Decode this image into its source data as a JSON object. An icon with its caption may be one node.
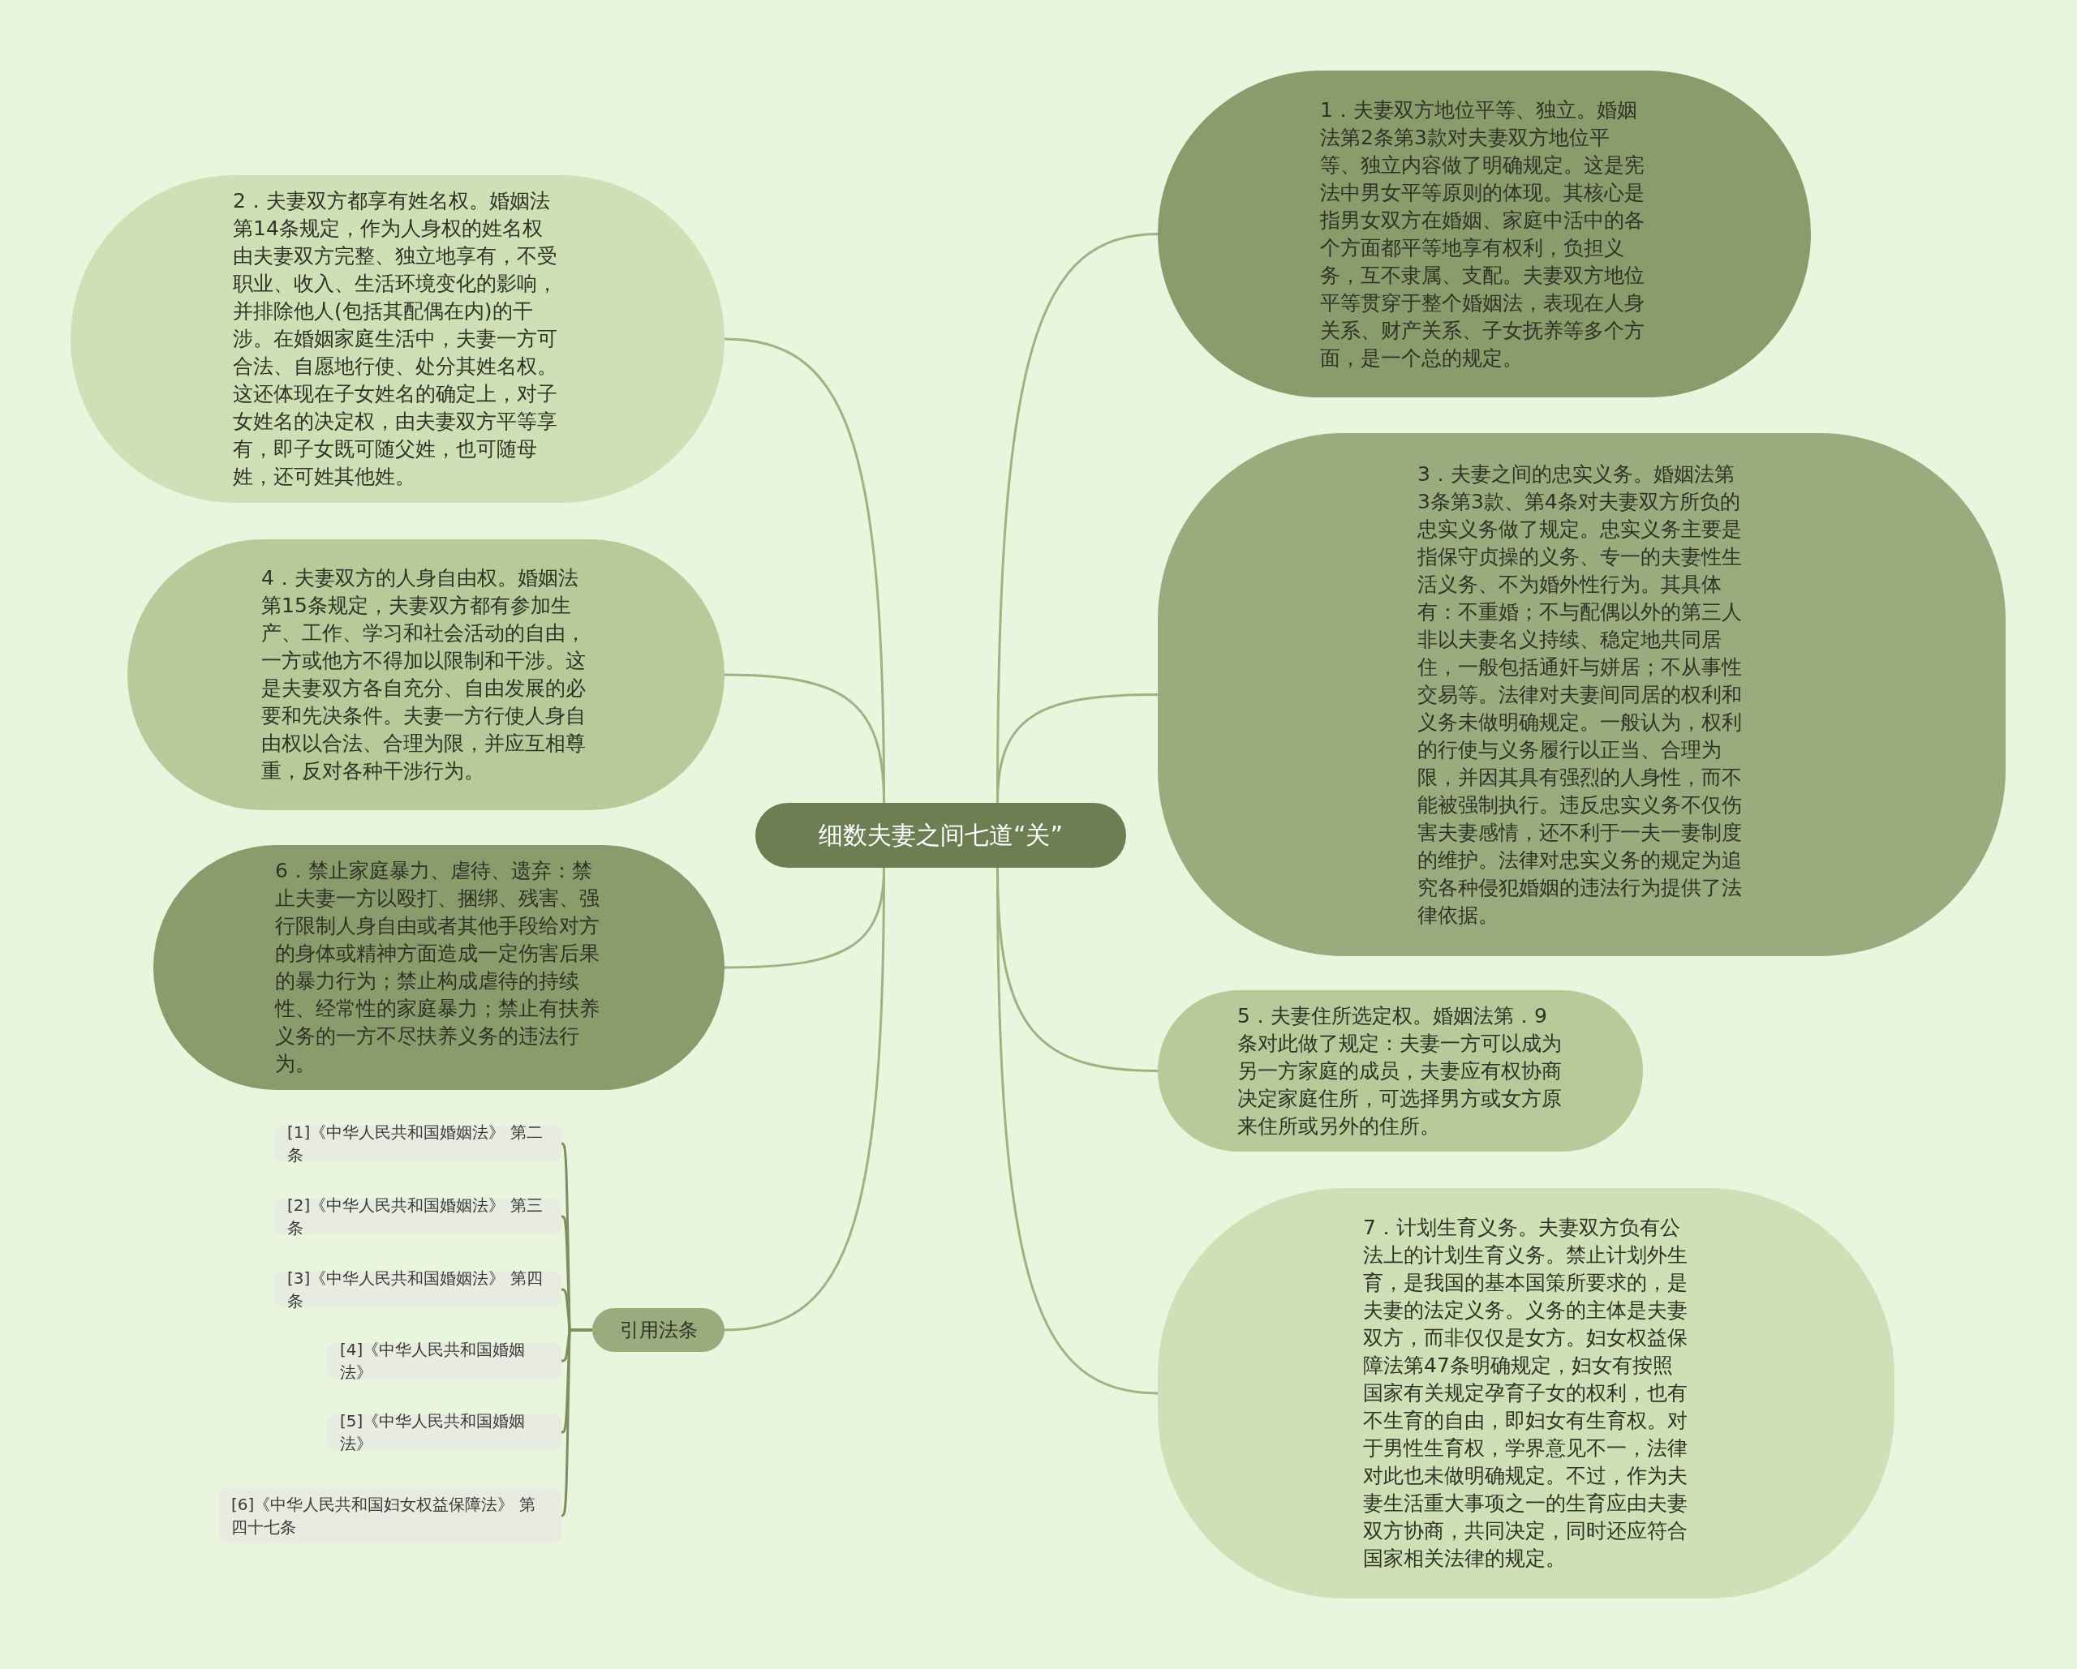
{
  "diagram": {
    "nodes": [
      {
        "text": [
          "细数夫妻之间七道“关”"
        ]
      },
      {
        "text": [
          "1．夫妻双方地位平等、独立。婚姻法第2条第3款对夫妻双方地位平等、独立内容做了明确规定。这是宪法中男女平等原则的体现。其核心是指男女双方在婚姻、家庭中活中的各个方面都平等地享有权利，负担义务，互不隶属、支配。夫妻双方地位平等贯穿于整个婚姻法，表现在人身关系、财产关系、子女抚养等多个方面，是一个总的规定。"
        ]
      },
      {
        "text": [
          "2．夫妻双方都享有姓名权。婚姻法第14条规定，作为人身权的姓名权由夫妻双方完整、独立地享有，不受职业、收入、生活环境变化的影响，并排除他人(包括其配偶在内)的干涉。在婚姻家庭生活中，夫妻一方可合法、自愿地行使、处分其姓名权。这还体现在子女姓名的确定上，对子女姓名的决定权，由夫妻双方平等享有，即子女既可随父姓，也可随母姓，还可姓其他姓。"
        ]
      },
      {
        "text": [
          "3．夫妻之间的忠实义务。婚姻法第3条第3款、第4条对夫妻双方所负的忠实义务做了规定。忠实义务主要是指保守贞操的义务、专一的夫妻性生活义务、不为婚外性行为。其具体有：不重婚；不与配偶以外的第三人非以夫妻名义持续、稳定地共同居住，一般包括通奸与姘居；不从事性交易等。法律对夫妻间同居的权利和义务未做明确规定。一般认为，权利的行使与义务履行以正当、合理为限，并因其具有强烈的人身性，而不能被强制执行。违反忠实义务不仅伤害夫妻感情，还不利于一夫一妻制度的维护。法律对忠实义务的规定为追究各种侵犯婚姻的违法行为提供了法律依据。"
        ]
      },
      {
        "text": [
          "4．夫妻双方的人身自由权。婚姻法第15条规定，夫妻双方都有参加生产、工作、学习和社会活动的自由，一方或他方不得加以限制和干涉。这是夫妻双方各自充分、自由发展的必要和先决条件。夫妻一方行使人身自由权以合法、合理为限，并应互相尊重，反对各种干涉行为。"
        ]
      },
      {
        "text": [
          "5．夫妻住所选定权。婚姻法第．9条对此做了规定：夫妻一方可以成为另一方家庭的成员，夫妻应有权协商决定家庭住所，可选择男方或女方原来住所或另外的住所。"
        ]
      },
      {
        "text": [
          "6．禁止家庭暴力、虐待、遗弃：禁止夫妻一方以殴打、捆绑、残害、强行限制人身自由或者其他手段给对方的身体或精神方面造成一定伤害后果的暴力行为；禁止构成虐待的持续性、经常性的家庭暴力；禁止有扶养义务的一方不尽扶养义务的违法行为。"
        ]
      },
      {
        "text": [
          "7．计划生育义务。夫妻双方负有公法上的计划生育义务。禁止计划外生育，是我国的基本国策所要求的，是夫妻的法定义务。义务的主体是夫妻双方，而非仅仅是女方。妇女权益保障法第47条明确规定，妇女有按照国家有关规定孕育子女的权利，也有不生育的自由，即妇女有生育权。对于男性生育权，学界意见不一，法律对此也未做明确规定。不过，作为夫妻生活重大事项之一的生育应由夫妻双方协商，共同决定，同时还应符合国家相关法律的规定。"
        ]
      },
      {
        "text": [
          "引用法条"
        ]
      },
      {
        "text": [
          "[1]《中华人民共和国婚姻法》 第二条"
        ]
      },
      {
        "text": [
          "[2]《中华人民共和国婚姻法》 第三条"
        ]
      },
      {
        "text": [
          "[3]《中华人民共和国婚姻法》 第四条"
        ]
      },
      {
        "text": [
          "[4]《中华人民共和国婚姻法》"
        ]
      },
      {
        "text": [
          "[5]《中华人民共和国婚姻法》"
        ]
      },
      {
        "text": [
          "[6]《中华人民共和国妇女权益保障法》 第四十七条"
        ]
      }
    ],
    "edges": [
      {
        "from": 0,
        "to": 1,
        "arrow": "none"
      },
      {
        "from": 0,
        "to": 2,
        "arrow": "none"
      },
      {
        "from": 0,
        "to": 3,
        "arrow": "none"
      },
      {
        "from": 0,
        "to": 4,
        "arrow": "none"
      },
      {
        "from": 0,
        "to": 5,
        "arrow": "none"
      },
      {
        "from": 0,
        "to": 6,
        "arrow": "none"
      },
      {
        "from": 0,
        "to": 7,
        "arrow": "none"
      },
      {
        "from": 0,
        "to": 8,
        "arrow": "none"
      },
      {
        "from": 8,
        "to": 9,
        "arrow": "none"
      },
      {
        "from": 8,
        "to": 10,
        "arrow": "none"
      },
      {
        "from": 8,
        "to": 11,
        "arrow": "none"
      },
      {
        "from": 8,
        "to": 12,
        "arrow": "none"
      },
      {
        "from": 8,
        "to": 13,
        "arrow": "none"
      },
      {
        "from": 8,
        "to": 14,
        "arrow": "none"
      }
    ]
  }
}
